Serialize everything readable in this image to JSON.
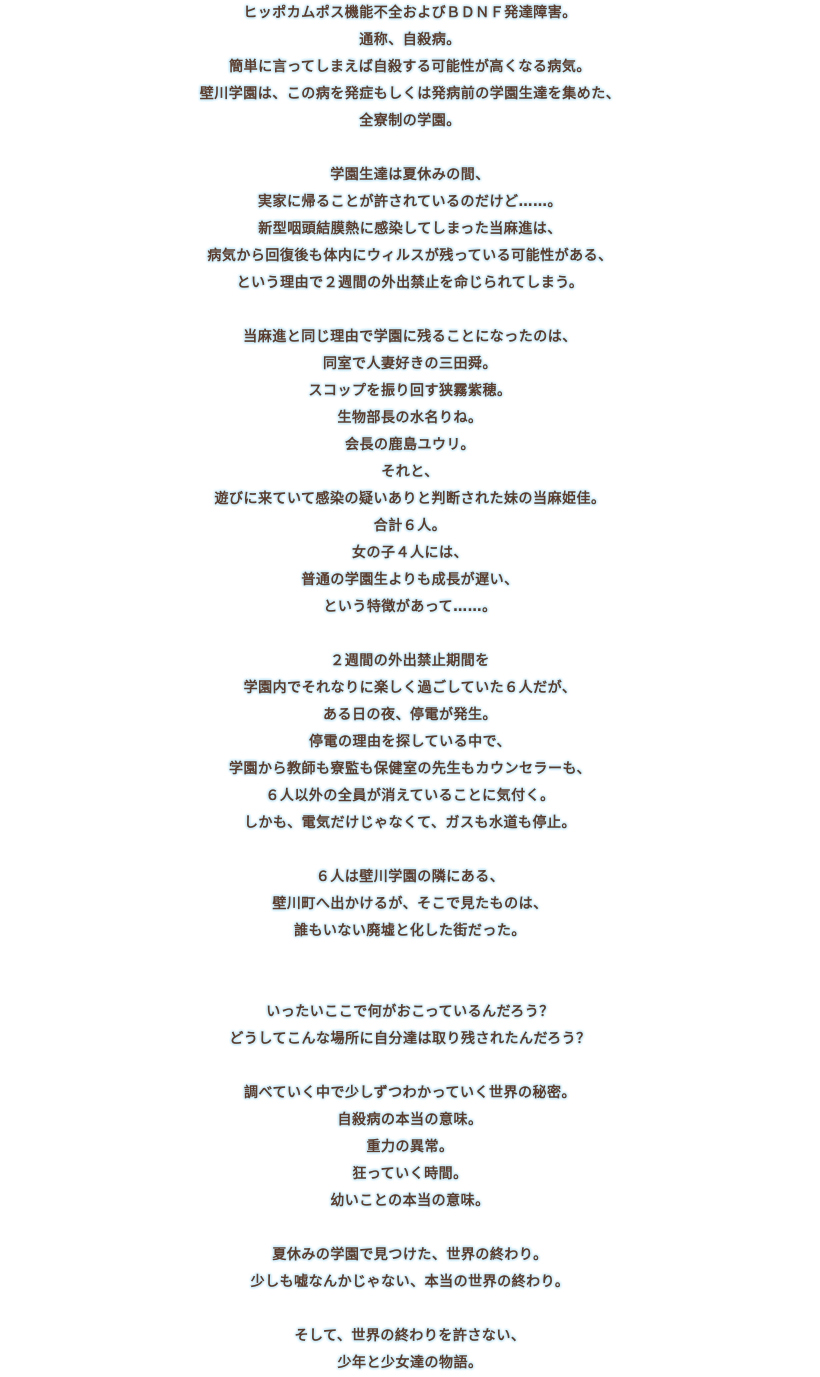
{
  "story": {
    "lines": [
      "ヒッポカムポス機能不全およびＢＤＮＦ発達障害。",
      "通称、自殺病。",
      "簡単に言ってしまえば自殺する可能性が高くなる病気。",
      "壁川学園は、この病を発症もしくは発病前の学園生達を集めた、",
      "全寮制の学園。",
      "",
      "学園生達は夏休みの間、",
      "実家に帰ることが許されているのだけど……。",
      "新型咽頭結膜熱に感染してしまった当麻進は、",
      "病気から回復後も体内にウィルスが残っている可能性がある、",
      "という理由で２週間の外出禁止を命じられてしまう。",
      "",
      "当麻進と同じ理由で学園に残ることになったのは、",
      "同室で人妻好きの三田舜。",
      "スコップを振り回す狭霧紫穂。",
      "生物部長の水名りね。",
      "会長の鹿島ユウリ。",
      "それと、",
      "遊びに来ていて感染の疑いありと判断された妹の当麻姫佳。",
      "合計６人。",
      "女の子４人には、",
      "普通の学園生よりも成長が遅い、",
      "という特徴があって……。",
      "",
      "２週間の外出禁止期間を",
      "学園内でそれなりに楽しく過ごしていた６人だが、",
      "ある日の夜、停電が発生。",
      "停電の理由を探している中で、",
      "学園から教師も寮監も保健室の先生もカウンセラーも、",
      "６人以外の全員が消えていることに気付く。",
      "しかも、電気だけじゃなくて、ガスも水道も停止。",
      "",
      "６人は壁川学園の隣にある、",
      "壁川町へ出かけるが、そこで見たものは、",
      "誰もいない廃墟と化した街だった。",
      "",
      "",
      "いったいここで何がおこっているんだろう？",
      "どうしてこんな場所に自分達は取り残されたんだろう？",
      "",
      "調べていく中で少しずつわかっていく世界の秘密。",
      "自殺病の本当の意味。",
      "重力の異常。",
      "狂っていく時間。",
      "幼いことの本当の意味。",
      "",
      "夏休みの学園で見つけた、世界の終わり。",
      "少しも嘘なんかじゃない、本当の世界の終わり。",
      "",
      "そして、世界の終わりを許さない、",
      "少年と少女達の物語。"
    ]
  }
}
